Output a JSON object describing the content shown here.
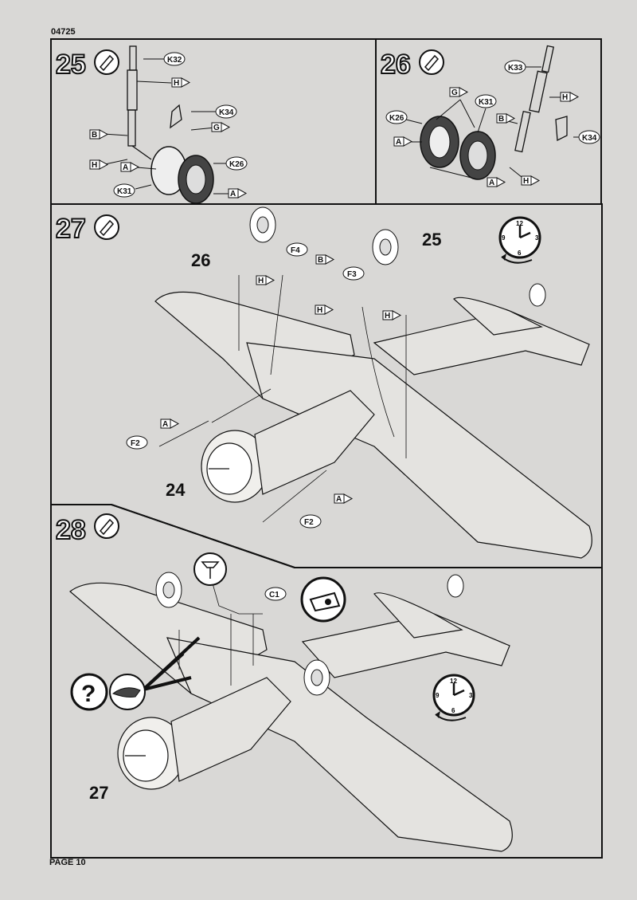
{
  "header": {
    "code": "04725"
  },
  "footer": {
    "page": "PAGE 10"
  },
  "steps": [
    {
      "num": "25",
      "parts": [
        "K32",
        "H",
        "K34",
        "B",
        "G",
        "H",
        "A",
        "K26",
        "K31",
        "A"
      ]
    },
    {
      "num": "26",
      "parts": [
        "K33",
        "G",
        "K31",
        "H",
        "K26",
        "B",
        "A",
        "K34",
        "A",
        "H"
      ]
    },
    {
      "num": "27",
      "subassemblies": [
        "26",
        "25",
        "24"
      ],
      "parts": [
        "F4",
        "B",
        "H",
        "F3",
        "H",
        "H",
        "A",
        "F2",
        "A",
        "F2"
      ]
    },
    {
      "num": "28",
      "subassemblies": [
        "27"
      ],
      "parts": [
        "C1"
      ]
    }
  ],
  "clock_numbers": [
    "12",
    "3",
    "6",
    "9"
  ],
  "colors": {
    "paper": "#d9d8d6",
    "ink": "#111111"
  }
}
